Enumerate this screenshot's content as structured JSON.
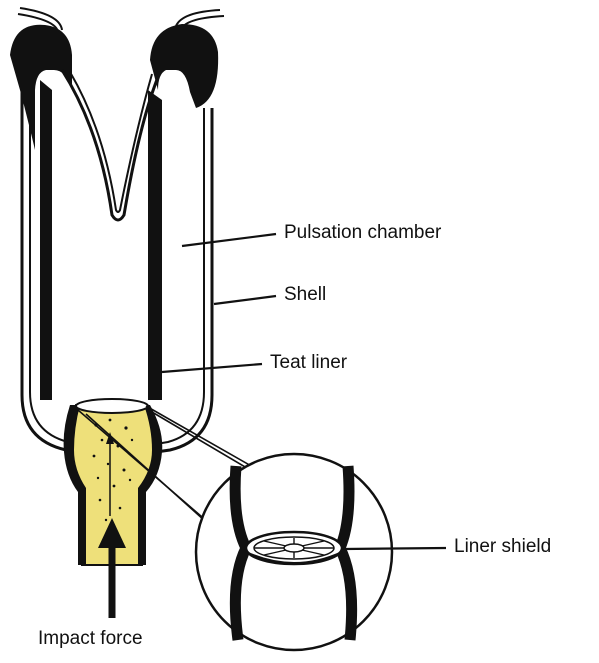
{
  "diagram": {
    "labels": {
      "pulsation_chamber": "Pulsation chamber",
      "shell": "Shell",
      "teat_liner": "Teat liner",
      "liner_shield": "Liner shield",
      "impact_force": "Impact force"
    },
    "colors": {
      "ink": "#111111",
      "milk_fill": "#eee07a",
      "background": "#ffffff"
    }
  }
}
